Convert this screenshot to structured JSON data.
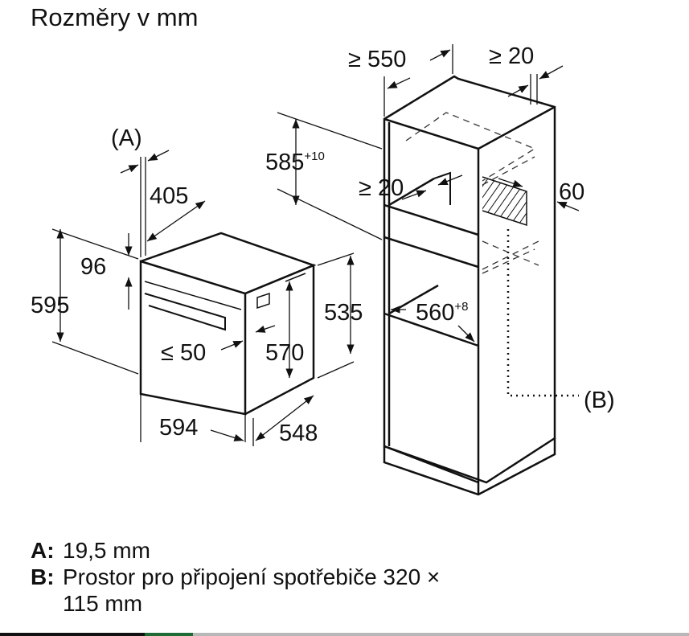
{
  "title": "Rozměry v mm",
  "labels": {
    "a_marker": "(A)",
    "b_marker": "(B)",
    "d405": "405",
    "d96": "96",
    "d595": "595",
    "d_le50": "≤ 50",
    "d570": "570",
    "d535": "535",
    "d560": "560",
    "d560_tol": "+8",
    "d594": "594",
    "d548": "548",
    "d_ge550": "≥ 550",
    "d_ge20_top": "≥ 20",
    "d585": "585",
    "d585_tol": "+10",
    "d_ge20_mid": "≥ 20",
    "d60": "60"
  },
  "legend": [
    {
      "key": "A:",
      "text": "19,5 mm"
    },
    {
      "key": "B:",
      "text": "Prostor pro připojení spotřebiče 320 ×",
      "text2": "115 mm"
    }
  ],
  "colors": {
    "line": "#111111",
    "strip_dark": "#111111",
    "strip_green": "#1f6b35",
    "strip_gray": "#b8b8b8"
  }
}
